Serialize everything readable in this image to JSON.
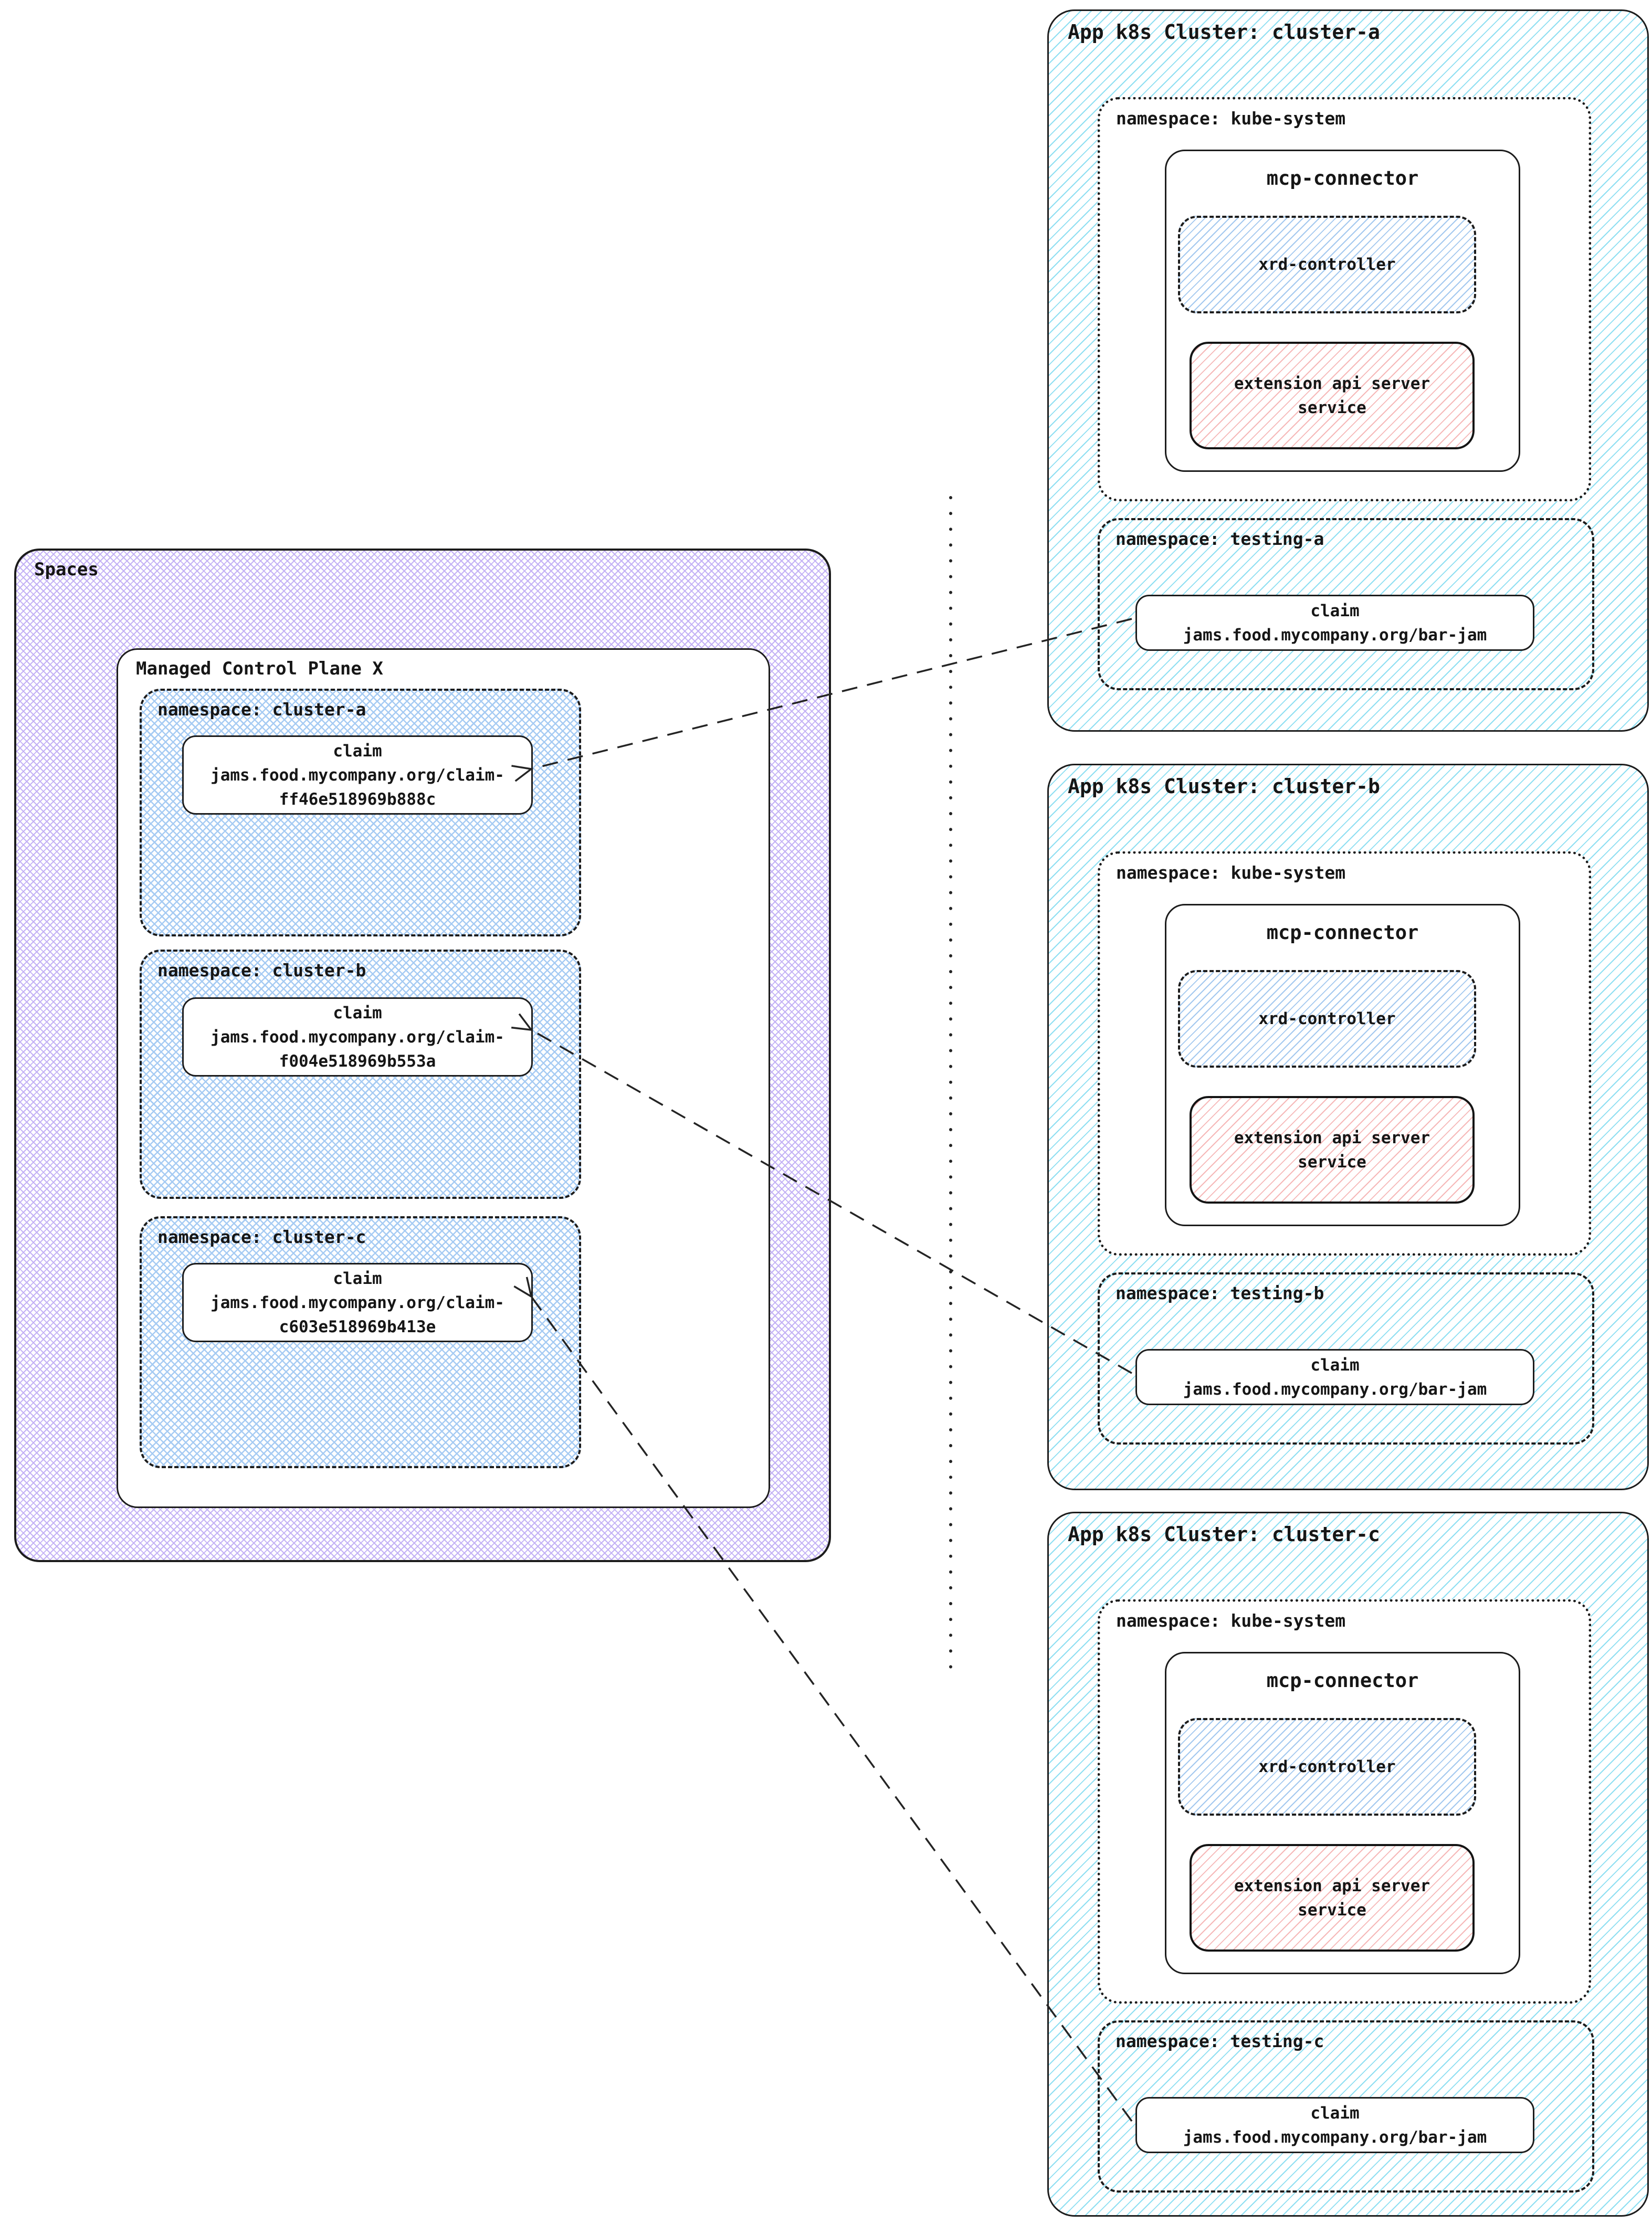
{
  "spaces": {
    "label": "Spaces",
    "mcp": {
      "label": "Managed Control Plane X",
      "namespaces": [
        {
          "label": "namespace: cluster-a",
          "claim": {
            "title": "claim",
            "name": "jams.food.mycompany.org/claim-\nff46e518969b888c"
          }
        },
        {
          "label": "namespace: cluster-b",
          "claim": {
            "title": "claim",
            "name": "jams.food.mycompany.org/claim-\nf004e518969b553a"
          }
        },
        {
          "label": "namespace: cluster-c",
          "claim": {
            "title": "claim",
            "name": "jams.food.mycompany.org/claim-\nc603e518969b413e"
          }
        }
      ]
    }
  },
  "clusters": [
    {
      "title": "App k8s Cluster: cluster-a",
      "kube_system": {
        "label": "namespace: kube-system",
        "mcp_connector": {
          "title": "mcp-connector",
          "xrd_controller": "xrd-controller",
          "extension_api": "extension api server\nservice"
        }
      },
      "testing": {
        "label": "namespace: testing-a",
        "claim": {
          "title": "claim",
          "name": "jams.food.mycompany.org/bar-jam"
        }
      }
    },
    {
      "title": "App k8s Cluster: cluster-b",
      "kube_system": {
        "label": "namespace: kube-system",
        "mcp_connector": {
          "title": "mcp-connector",
          "xrd_controller": "xrd-controller",
          "extension_api": "extension api server\nservice"
        }
      },
      "testing": {
        "label": "namespace: testing-b",
        "claim": {
          "title": "claim",
          "name": "jams.food.mycompany.org/bar-jam"
        }
      }
    },
    {
      "title": "App k8s Cluster: cluster-c",
      "kube_system": {
        "label": "namespace: kube-system",
        "mcp_connector": {
          "title": "mcp-connector",
          "xrd_controller": "xrd-controller",
          "extension_api": "extension api server\nservice"
        }
      },
      "testing": {
        "label": "namespace: testing-c",
        "claim": {
          "title": "claim",
          "name": "jams.food.mycompany.org/bar-jam"
        }
      }
    }
  ],
  "colors": {
    "ink": "#1c1c1c",
    "line": "#242424",
    "cluster-hatch": "#8edff2",
    "spaces-hatch": "#c3b1f5",
    "namespace-hatch": "#a6cbf3",
    "xrd-hatch": "#a3c8ef",
    "ext-hatch": "#f6b8b8"
  }
}
